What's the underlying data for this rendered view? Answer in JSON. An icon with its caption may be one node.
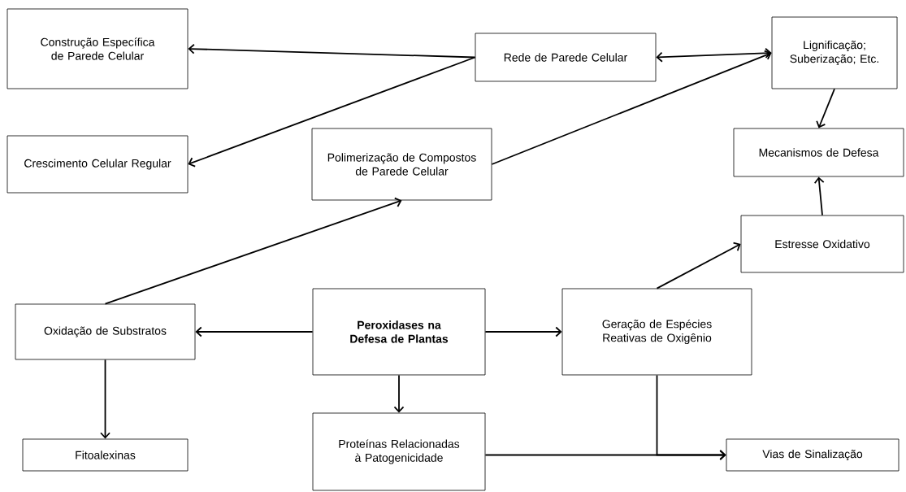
{
  "diagram": {
    "nodes": [
      {
        "text": [
          "Construção Específica de Parede Celular"
        ]
      },
      {
        "text": [
          "Rede de Parede Celular"
        ]
      },
      {
        "text": [
          "Lignificação; Suberização; Etc."
        ]
      },
      {
        "text": [
          "Crescimento Celular Regular"
        ]
      },
      {
        "text": [
          "Polimerização de Compostos de Parede Celular"
        ]
      },
      {
        "text": [
          "Mecanismos de Defesa"
        ]
      },
      {
        "text": [
          "Estresse Oxidativo"
        ]
      },
      {
        "text": [
          "Oxidação de Substratos"
        ]
      },
      {
        "text": [
          "**Peroxidases na Defesa de Plantas**"
        ]
      },
      {
        "text": [
          "Geração de Espécies Reativas de Oxigênio"
        ]
      },
      {
        "text": [
          "Fitoalexinas"
        ]
      },
      {
        "text": [
          "Proteínas Relacionadas à Patogenicidade"
        ]
      },
      {
        "text": [
          "Vias de Sinalização"
        ]
      }
    ],
    "edges": [
      {
        "from": 1,
        "to": 0,
        "arrow": "to"
      },
      {
        "from": 1,
        "to": 3,
        "arrow": "to"
      },
      {
        "from": 1,
        "to": 2,
        "arrow": "both"
      },
      {
        "from": 4,
        "to": 2,
        "arrow": "to"
      },
      {
        "from": 7,
        "to": 4,
        "arrow": "to"
      },
      {
        "from": 2,
        "to": 5,
        "arrow": "to"
      },
      {
        "from": 6,
        "to": 5,
        "arrow": "to"
      },
      {
        "from": 9,
        "to": 6,
        "arrow": "to"
      },
      {
        "from": 8,
        "to": 7,
        "arrow": "to"
      },
      {
        "from": 8,
        "to": 9,
        "arrow": "to"
      },
      {
        "from": 8,
        "to": 11,
        "arrow": "to"
      },
      {
        "from": 7,
        "to": 10,
        "arrow": "to"
      },
      {
        "from": 11,
        "to": 12,
        "arrow": "to"
      },
      {
        "from": 9,
        "to": 12,
        "arrow": "to"
      }
    ]
  }
}
